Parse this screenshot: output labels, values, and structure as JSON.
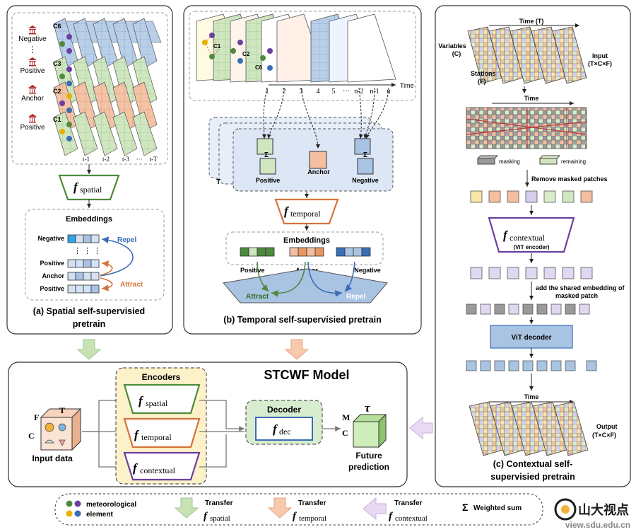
{
  "panel_a": {
    "labels": {
      "negative": "Negative",
      "positive_top": "Positive",
      "anchor": "Anchor",
      "positive_bottom": "Positive"
    },
    "slice_ids": [
      "C6",
      "C3",
      "C2",
      "C1"
    ],
    "time_ticks": [
      "t-1",
      "t-2",
      "t-3",
      "···",
      "t-T"
    ],
    "encoder": "spatial",
    "embeddings_title": "Embeddings",
    "emb_rows": [
      "Negative",
      "Positive",
      "Anchor",
      "Positive"
    ],
    "repel": "Repel",
    "attract": "Attract",
    "caption_line1": "(a) Spatial self-supervisied",
    "caption_line2": "pretrain",
    "dots": "⋮"
  },
  "panel_b": {
    "slice_ids": [
      "C1",
      "C2",
      "C6"
    ],
    "time_ticks": [
      "1",
      "2",
      "3",
      "4",
      "5",
      "···",
      "n-2",
      "n-1",
      "n"
    ],
    "time_label": "Time",
    "stack_label": "T",
    "boxes": {
      "positive": "Positive",
      "anchor": "Anchor",
      "negative": "Negative"
    },
    "sigma": "Σ",
    "encoder": "temporal",
    "embeddings_title": "Embeddings",
    "emb_labels": {
      "positive": "Positive",
      "anchor": "Anchor",
      "negative": "Negative"
    },
    "attract": "Attract",
    "repel": "Repel",
    "caption": "(b) Temporal self-supervisied pretrain"
  },
  "panel_c": {
    "time_label": "Time",
    "time_label_t": "Time  (T)",
    "variables": "Variables",
    "variables_c": "(C)",
    "stations": "Stations",
    "stations_f": "(F)",
    "input": "Input",
    "input_dims": "(T×C×F)",
    "masking": "masking",
    "remaining": "remaining",
    "remove": "Remove masked patches",
    "encoder": "contextual",
    "encoder_sub": "(ViT encoder)",
    "add_line1": "add the shared embedding of",
    "add_line2": "masked patch",
    "decoder": "ViT decoder",
    "output": "Output",
    "output_dims": "(T×C×F)",
    "caption_line1": "(c) Contextual self-",
    "caption_line2": "supervisied pretrain"
  },
  "model": {
    "title": "STCWF Model",
    "encoders_title": "Encoders",
    "enc_spatial": "spatial",
    "enc_temporal": "temporal",
    "enc_contextual": "contextual",
    "decoder_title": "Decoder",
    "dec": "dec",
    "input_label": "Input data",
    "dims": {
      "f": "F",
      "t": "T",
      "c": "C"
    },
    "out_dims": {
      "m": "M",
      "c": "C",
      "tau": "τ"
    },
    "future_line1": "Future",
    "future_line2": "prediction"
  },
  "legend": {
    "met_line1": "meteorological",
    "met_line2": "element",
    "transfer": "Transfer",
    "spatial": "spatial",
    "temporal": "temporal",
    "contextual": "contextual",
    "sigma": "Σ",
    "weighted_sum": "Weighted sum"
  },
  "f_letter": "f",
  "watermark": {
    "name": "山大视点",
    "url": "view.sdu.edu.cn"
  },
  "colors": {
    "green": "#cfe6c0",
    "green_dark": "#4e8a3c",
    "orange": "#f4bfa0",
    "orange_dark": "#d4733a",
    "blue": "#a9c3e3",
    "blue_dark": "#3a6db4",
    "purple": "#6b3fa0",
    "lavender": "#e0d7f0",
    "encoders_bg": "#fdf1c9",
    "decoder_bg": "#d8ecd0"
  }
}
